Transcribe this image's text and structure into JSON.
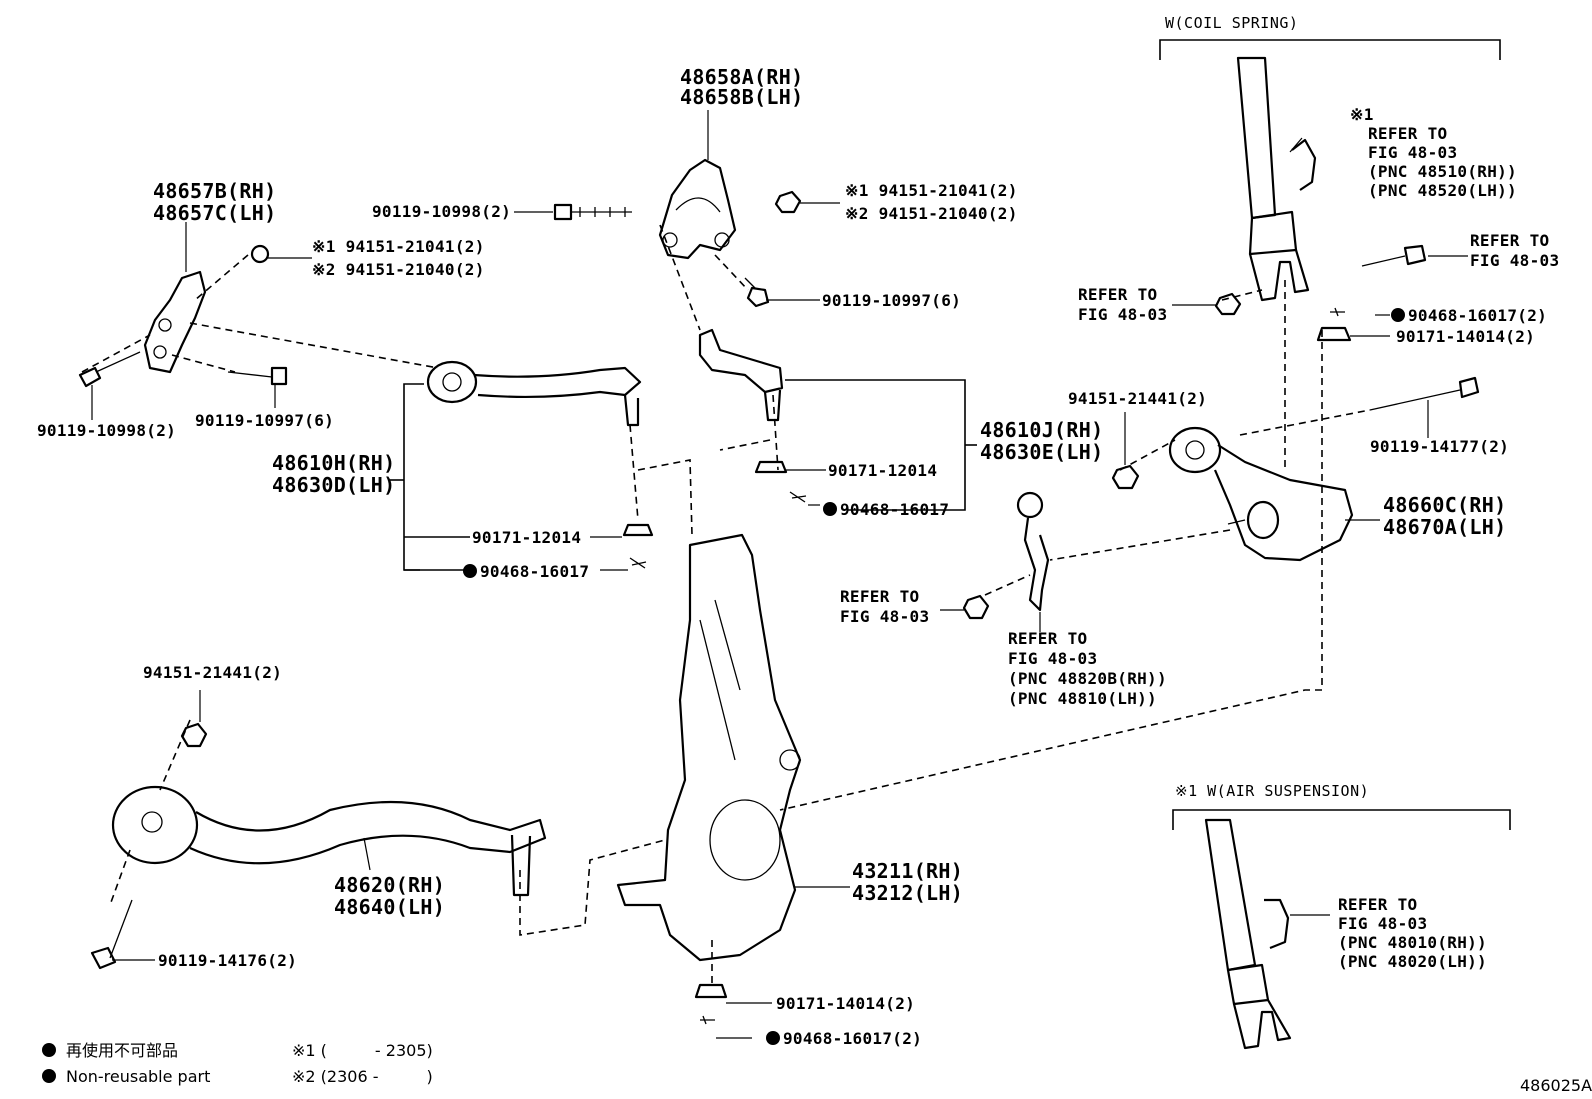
{
  "labels": {
    "coil_spring_header": "W(COIL SPRING)",
    "air_header": "※1 W(AIR SUSPENSION)",
    "upper_arm_bracket_rh": "48658A(RH)",
    "upper_arm_bracket_lh": "48658B(LH)",
    "bracket_57_rh": "48657B(RH)",
    "bracket_57_lh": "48657C(LH)",
    "bolt_10998_top": "90119-10998(2)",
    "nut_s1_top": "※1 94151-21041(2)",
    "nut_s2_top": "※2 94151-21040(2)",
    "nut_s1_left": "※1 94151-21041(2)",
    "nut_s2_left": "※2 94151-21040(2)",
    "bolt_10997_top": "90119-10997(6)",
    "bolt_10998_left": "90119-10998(2)",
    "bolt_10997_left": "90119-10997(6)",
    "arm_610h_rh": "48610H(RH)",
    "arm_630d_lh": "48630D(LH)",
    "arm_610j_rh": "48610J(RH)",
    "arm_630e_lh": "48630E(LH)",
    "nut_12014_right": "90171-12014",
    "pin_16017_right": "90468-16017",
    "nut_12014_left": "90171-12014",
    "pin_16017_left": "90468-16017",
    "refer_shock_1": "※1",
    "refer_shock_2": "REFER TO",
    "refer_shock_3": "FIG 48-03",
    "refer_shock_4": "(PNC 48510(RH))",
    "refer_shock_5": "(PNC 48520(LH))",
    "refer_bolt_1": "REFER TO",
    "refer_bolt_2": "FIG 48-03",
    "refer_nut_1": "REFER TO",
    "refer_nut_2": "FIG 48-03",
    "pin_16017_r2": "90468-16017(2)",
    "nut_14014_r": "90171-14014(2)",
    "nut_21441_r": "94151-21441(2)",
    "bolt_14177": "90119-14177(2)",
    "lower_arm_rh": "48660C(RH)",
    "lower_arm_lh": "48670A(LH)",
    "refer_stab_nut_1": "REFER TO",
    "refer_stab_nut_2": "FIG 48-03",
    "refer_link_1": "REFER TO",
    "refer_link_2": "FIG 48-03",
    "refer_link_3": "(PNC 48820B(RH))",
    "refer_link_4": "(PNC 48810(LH))",
    "nut_21441_l": "94151-21441(2)",
    "arm_620_rh": "48620(RH)",
    "arm_640_lh": "48640(LH)",
    "knuckle_rh": "43211(RH)",
    "knuckle_lh": "43212(LH)",
    "bolt_14176": "90119-14176(2)",
    "nut_14014_b": "90171-14014(2)",
    "pin_16017_b": "90468-16017(2)",
    "refer_air_1": "REFER TO",
    "refer_air_2": "FIG 48-03",
    "refer_air_3": "(PNC 48010(RH))",
    "refer_air_4": "(PNC 48020(LH))",
    "legend_jp": "再使用不可部品",
    "legend_en": "Non-reusable part",
    "legend_s1": "※1 (　　　- 2305)",
    "legend_s2": "※2 (2306 -　　　)",
    "figure_id": "486025A"
  }
}
